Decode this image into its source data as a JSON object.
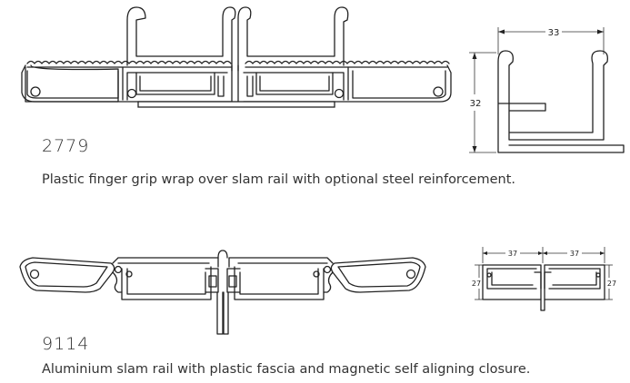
{
  "profiles": [
    {
      "code": "2779",
      "caption": "Plastic finger grip wrap over slam rail with optional steel reinforcement.",
      "dimensions": {
        "width": "33",
        "height": "32"
      }
    },
    {
      "code": "9114",
      "caption": "Aluminium slam rail with plastic fascia and magnetic self aligning closure.",
      "dimensions": {
        "left_width": "37",
        "right_width": "37",
        "left_height": "27",
        "right_height": "27"
      }
    }
  ]
}
